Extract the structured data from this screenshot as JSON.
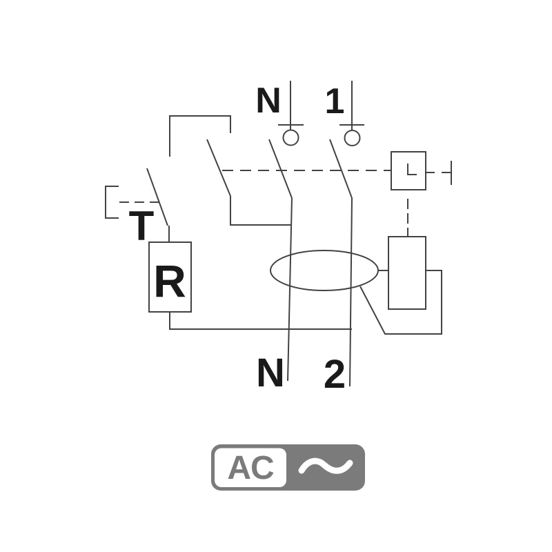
{
  "diagram": {
    "description": "RCD residual current circuit breaker wiring schematic, 2-pole",
    "top_terminals": [
      {
        "label": "N"
      },
      {
        "label": "1"
      }
    ],
    "bottom_terminals": [
      {
        "label": "N"
      },
      {
        "label": "2"
      }
    ],
    "test_button_label": "T",
    "resistor_label": "R"
  },
  "type_badge": {
    "label": "AC",
    "wave_icon": "sine-wave"
  },
  "colors": {
    "line": "#424242",
    "label": "#1a1a1a",
    "badge": "#7b7b7b",
    "background": "#ffffff"
  }
}
